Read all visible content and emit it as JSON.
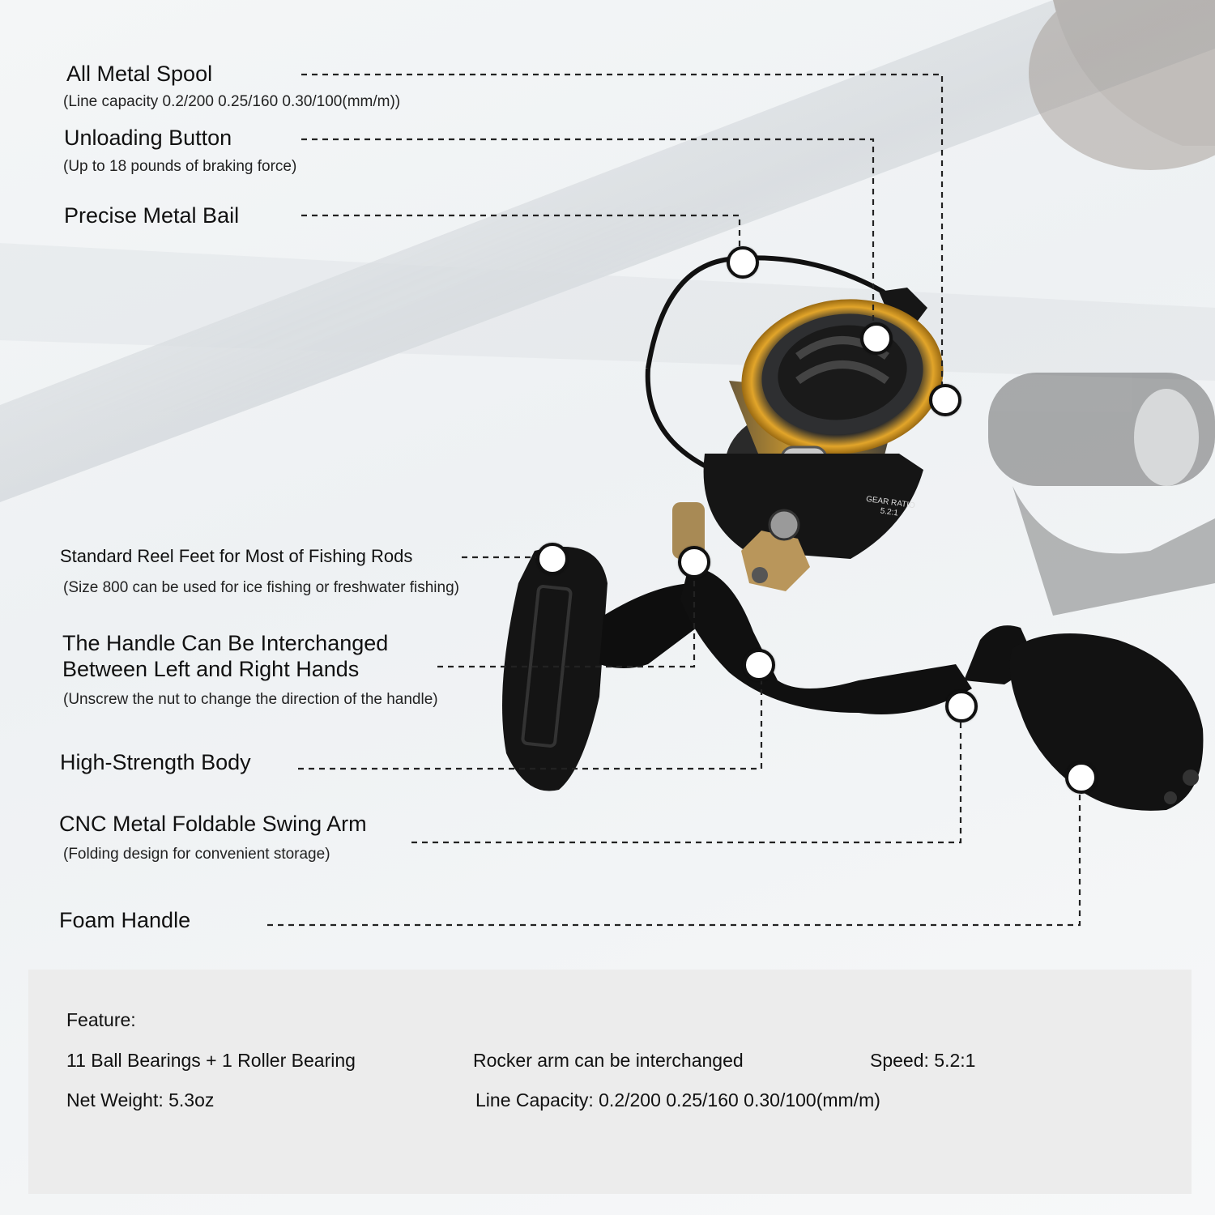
{
  "callouts": {
    "all_metal_spool": {
      "title": "All Metal Spool",
      "note": "(Line capacity 0.2/200 0.25/160 0.30/100(mm/m))"
    },
    "unloading_button": {
      "title": "Unloading Button",
      "note": "(Up to 18 pounds of braking force)"
    },
    "precise_metal_bail": {
      "title": "Precise Metal Bail"
    },
    "standard_reel_feet": {
      "title": "Standard Reel Feet for Most of Fishing Rods",
      "note": "(Size 800 can be used for ice fishing or freshwater fishing)"
    },
    "interchangeable_handle": {
      "title_line1": "The Handle Can Be Interchanged",
      "title_line2": "Between Left and Right Hands",
      "note": "(Unscrew the nut to change the direction of the handle)"
    },
    "high_strength_body": {
      "title": "High-Strength Body"
    },
    "swing_arm": {
      "title": "CNC Metal Foldable Swing Arm",
      "note": "(Folding design for convenient storage)"
    },
    "foam_handle": {
      "title": "Foam Handle"
    }
  },
  "reel_marking": {
    "line1": "GEAR RATIO",
    "line2": "5.2:1"
  },
  "features": {
    "heading": "Feature:",
    "bearings": "11 Ball Bearings + 1 Roller Bearing",
    "rocker": "Rocker arm can be interchanged",
    "speed": "Speed: 5.2:1",
    "weight": "Net Weight: 5.3oz",
    "line_capacity": "Line Capacity: 0.2/200 0.25/160 0.30/100(mm/m)"
  },
  "colors": {
    "reel_black": "#0d0d0d",
    "spool_gold": "#d89a1c",
    "spool_silver": "#8c8f94",
    "panel_bg": "#ececec",
    "leader_line": "#222222"
  }
}
